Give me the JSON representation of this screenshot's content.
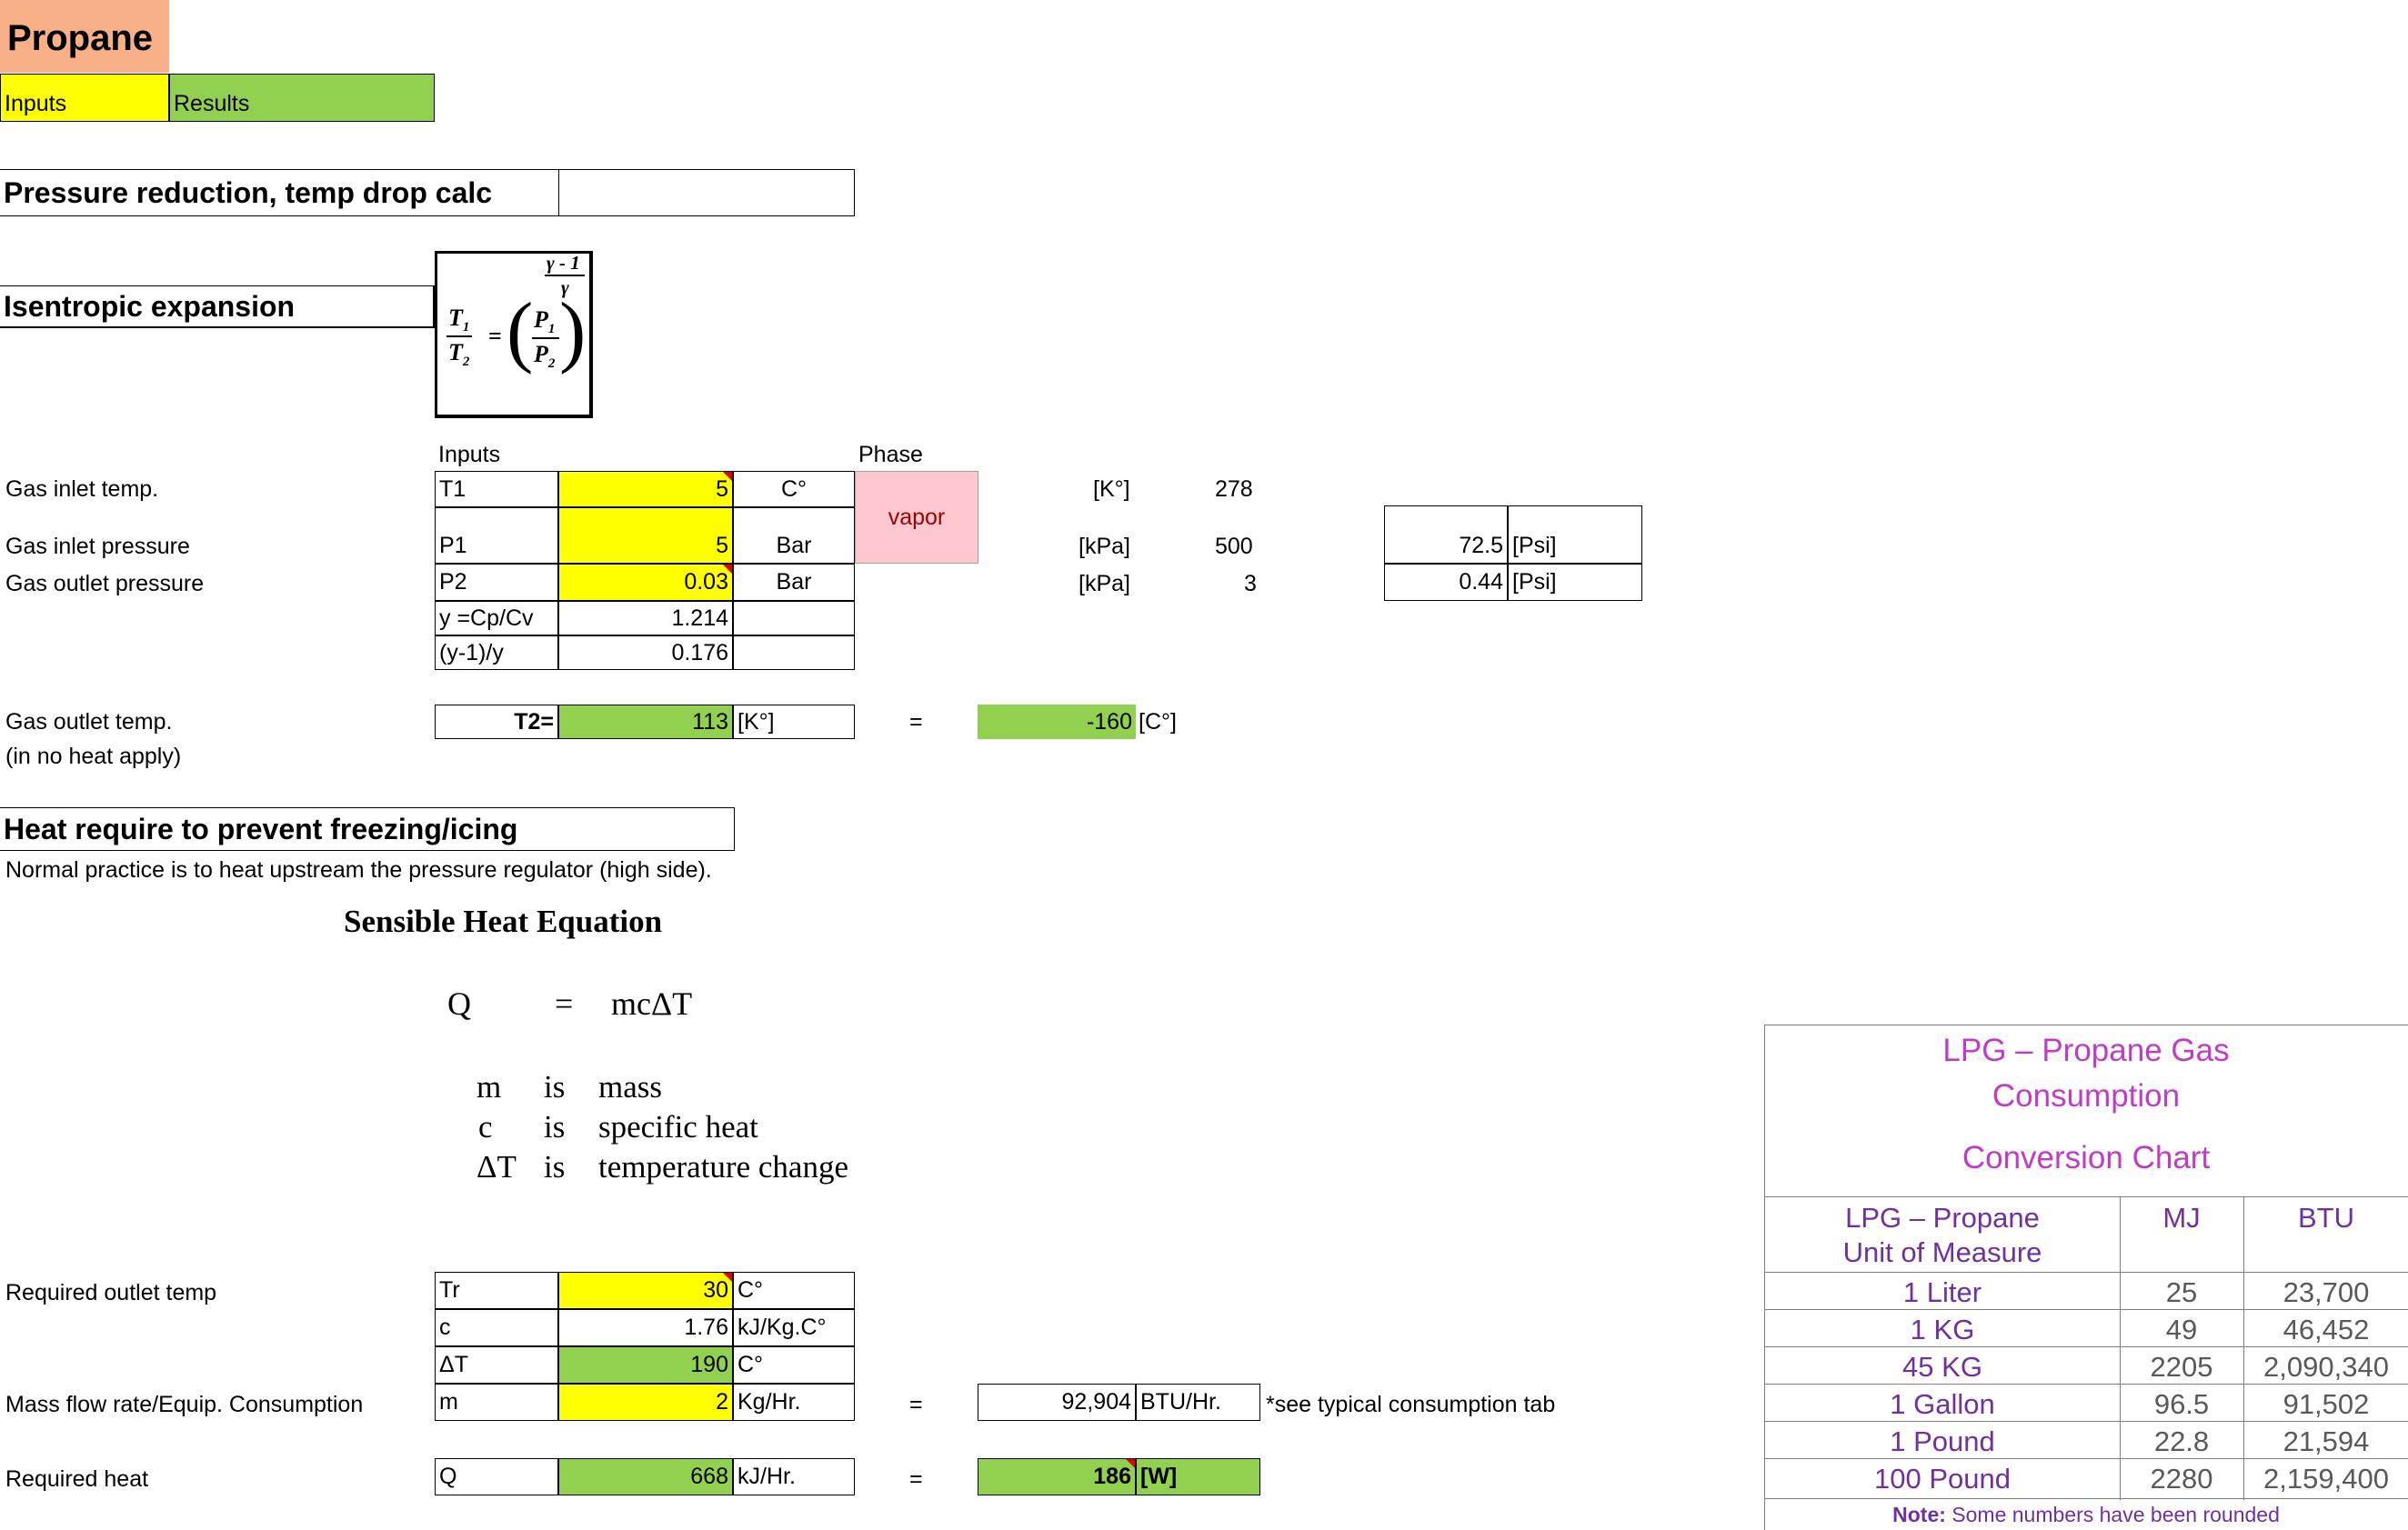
{
  "title": "Propane",
  "legend": {
    "inputs": "Inputs",
    "results": "Results"
  },
  "section1": {
    "title": "Pressure reduction, temp drop  calc"
  },
  "isentropic": {
    "title": "Isentropic expansion",
    "formula": {
      "t1": "T",
      "t1sub": "1",
      "t2": "T",
      "t2sub": "2",
      "eq": "=",
      "p1": "P",
      "p1sub": "1",
      "p2": "P",
      "p2sub": "2",
      "exp_num": "γ - 1",
      "exp_den": "γ"
    }
  },
  "table1": {
    "inputs_header": "Inputs",
    "phase_header": "Phase",
    "phase_value": "vapor",
    "rows": [
      {
        "label": "Gas inlet temp.",
        "sym": "T1",
        "value": "5",
        "unit": "C°",
        "conv_unit": "[K°]",
        "conv_value": "278"
      },
      {
        "label": "Gas inlet pressure",
        "sym": "P1",
        "value": "5",
        "unit": "Bar",
        "conv_unit": "[kPa]",
        "conv_value": "500",
        "psi": "72.5",
        "psi_unit": "[Psi]"
      },
      {
        "label": "Gas outlet pressure",
        "sym": "P2",
        "value": "0.03",
        "unit": "Bar",
        "conv_unit": "[kPa]",
        "conv_value": "3",
        "psi": "0.44",
        "psi_unit": "[Psi]"
      },
      {
        "sym": "y =Cp/Cv",
        "value": "1.214"
      },
      {
        "sym": "(y-1)/y",
        "value": "0.176"
      }
    ]
  },
  "outlet": {
    "label": "Gas outlet temp.",
    "sublabel": "(in no heat apply)",
    "sym": "T2=",
    "value": "113",
    "unit": "[K°]",
    "eq": "=",
    "c_value": "-160",
    "c_unit": "[C°]"
  },
  "heat": {
    "title": "Heat require to prevent freezing/icing",
    "note": "Normal practice is to heat upstream the pressure regulator (high side).",
    "eq_title": "Sensible Heat Equation",
    "eq_q": "Q",
    "eq_eq": "=",
    "eq_rhs": "mcΔT",
    "defs": [
      {
        "sym": "m",
        "is": "is",
        "desc": "mass"
      },
      {
        "sym": "c",
        "is": "is",
        "desc": "specific heat"
      },
      {
        "sym": "ΔT",
        "is": "is",
        "desc": "temperature change"
      }
    ]
  },
  "table2": {
    "rows": [
      {
        "label": "Required outlet temp",
        "sym": "Tr",
        "value": "30",
        "unit": "C°"
      },
      {
        "label": "",
        "sym": "c",
        "value": "1.76",
        "unit": "kJ/Kg.C°"
      },
      {
        "label": "",
        "sym": "ΔT",
        "value": "190",
        "unit": "C°"
      },
      {
        "label": "Mass flow rate/Equip. Consumption",
        "sym": "m",
        "value": "2",
        "unit": "Kg/Hr.",
        "eq": "=",
        "res_value": "92,904",
        "res_unit": "BTU/Hr.",
        "note": "*see typical consumption tab"
      }
    ],
    "heat_row": {
      "label": "Required heat",
      "sym": "Q",
      "value": "668",
      "unit": "kJ/Hr.",
      "eq": "=",
      "res_value": "186",
      "res_unit": "[W]"
    }
  },
  "lpg_chart": {
    "title_line1": "LPG – Propane Gas",
    "title_line2": "Consumption",
    "title_line3": "Conversion Chart",
    "col1_line1": "LPG – Propane",
    "col1_line2": "Unit of Measure",
    "col2": "MJ",
    "col3": "BTU",
    "rows": [
      {
        "unit": "1 Liter",
        "mj": "25",
        "btu": "23,700"
      },
      {
        "unit": "1 KG",
        "mj": "49",
        "btu": "46,452"
      },
      {
        "unit": "45 KG",
        "mj": "2205",
        "btu": "2,090,340"
      },
      {
        "unit": "1 Gallon",
        "mj": "96.5",
        "btu": "91,502"
      },
      {
        "unit": "1 Pound",
        "mj": "22.8",
        "btu": "21,594"
      },
      {
        "unit": "100 Pound",
        "mj": "2280",
        "btu": "2,159,400"
      }
    ],
    "note_bold": "Note:",
    "note_text": " Some numbers have been rounded"
  }
}
